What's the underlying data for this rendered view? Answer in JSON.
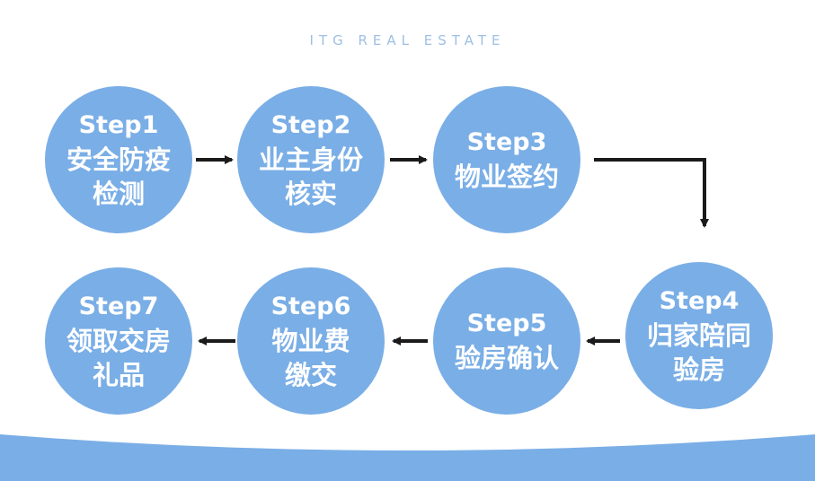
{
  "brand": "ITG REAL ESTATE",
  "colors": {
    "circle": "#7aaee6",
    "brand_text": "#9fc0e4",
    "arrow": "#1a1a1a",
    "wave": "#7aaee6"
  },
  "steps": [
    {
      "label": "Step1",
      "lines": [
        "安全防疫",
        "检测"
      ]
    },
    {
      "label": "Step2",
      "lines": [
        "业主身份",
        "核实"
      ]
    },
    {
      "label": "Step3",
      "lines": [
        "物业签约"
      ]
    },
    {
      "label": "Step4",
      "lines": [
        "归家陪同",
        "验房"
      ]
    },
    {
      "label": "Step5",
      "lines": [
        "验房确认"
      ]
    },
    {
      "label": "Step6",
      "lines": [
        "物业费",
        "缴交"
      ]
    },
    {
      "label": "Step7",
      "lines": [
        "领取交房",
        "礼品"
      ]
    }
  ]
}
